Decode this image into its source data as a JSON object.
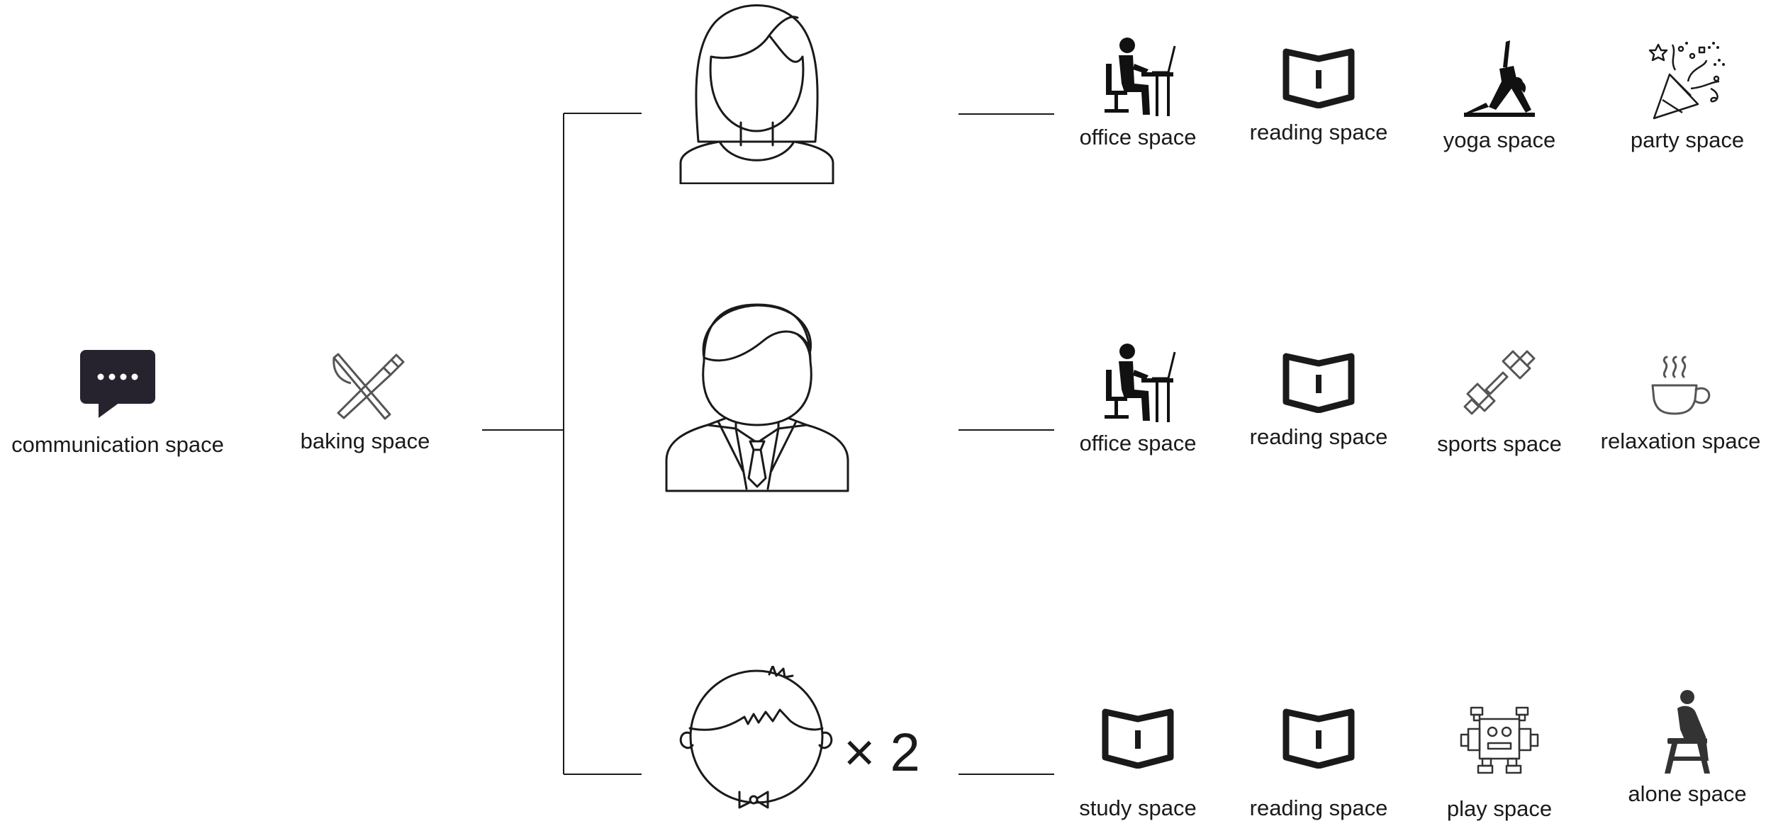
{
  "shared_spaces": [
    {
      "label": "communication space",
      "icon": "speech-bubble-icon"
    },
    {
      "label": "baking space",
      "icon": "fork-knife-icon"
    }
  ],
  "members": [
    {
      "name": "woman",
      "icon": "woman-avatar-icon",
      "spaces": [
        {
          "label": "office space",
          "icon": "office-desk-icon"
        },
        {
          "label": "reading space",
          "icon": "open-book-icon"
        },
        {
          "label": "yoga space",
          "icon": "yoga-pose-icon"
        },
        {
          "label": "party space",
          "icon": "party-popper-icon"
        }
      ]
    },
    {
      "name": "man",
      "icon": "man-avatar-icon",
      "spaces": [
        {
          "label": "office space",
          "icon": "office-desk-icon"
        },
        {
          "label": "reading space",
          "icon": "open-book-icon"
        },
        {
          "label": "sports space",
          "icon": "dumbbell-icon"
        },
        {
          "label": "relaxation space",
          "icon": "coffee-cup-icon"
        }
      ]
    },
    {
      "name": "child",
      "icon": "child-avatar-icon",
      "multiplier": "× 2",
      "spaces": [
        {
          "label": "study space",
          "icon": "open-book-icon"
        },
        {
          "label": "reading space",
          "icon": "open-book-icon"
        },
        {
          "label": "play space",
          "icon": "robot-icon"
        },
        {
          "label": "alone space",
          "icon": "person-on-stool-icon"
        }
      ]
    }
  ],
  "colors": {
    "line": "#1a1a1a",
    "icon_dark": "#26232e",
    "icon_gray": "#555555"
  }
}
